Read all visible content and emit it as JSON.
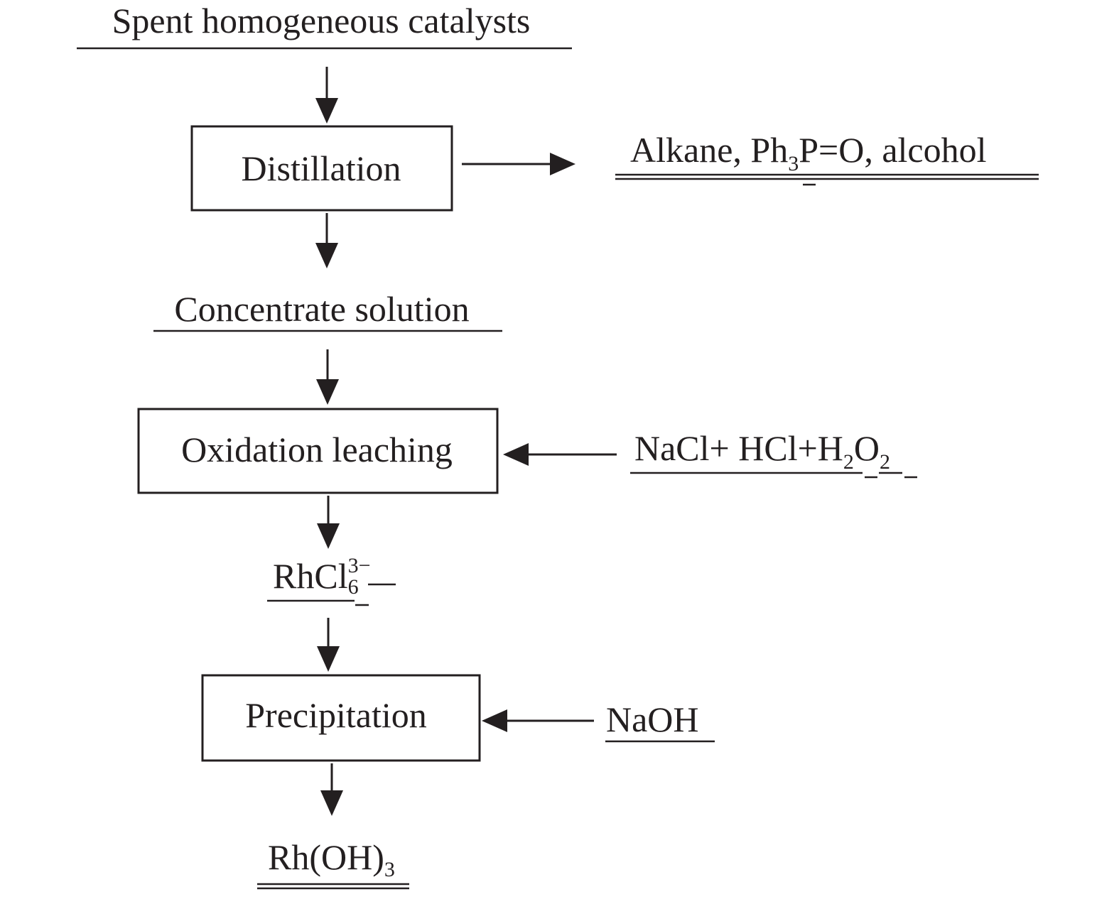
{
  "input": "Spent homogeneous catalysts",
  "steps": {
    "distillation": "Distillation",
    "oxidation": "Oxidation leaching",
    "precipitation": "Precipitation"
  },
  "intermediates": {
    "concentrate": "Concentrate solution",
    "rhcl_main": "RhCl",
    "rhcl_sub": "6",
    "rhcl_sup": "3−"
  },
  "byproduct": {
    "part1": "Alkane, Ph",
    "sub": "3",
    "part2": "P=O, alcohol"
  },
  "reagents": {
    "leach_a": "NaCl+ HCl+H",
    "leach_sub1": "2",
    "leach_b": "O",
    "leach_sub2": "2",
    "precip": "NaOH"
  },
  "product": {
    "main": "Rh(OH)",
    "sub": "3"
  }
}
